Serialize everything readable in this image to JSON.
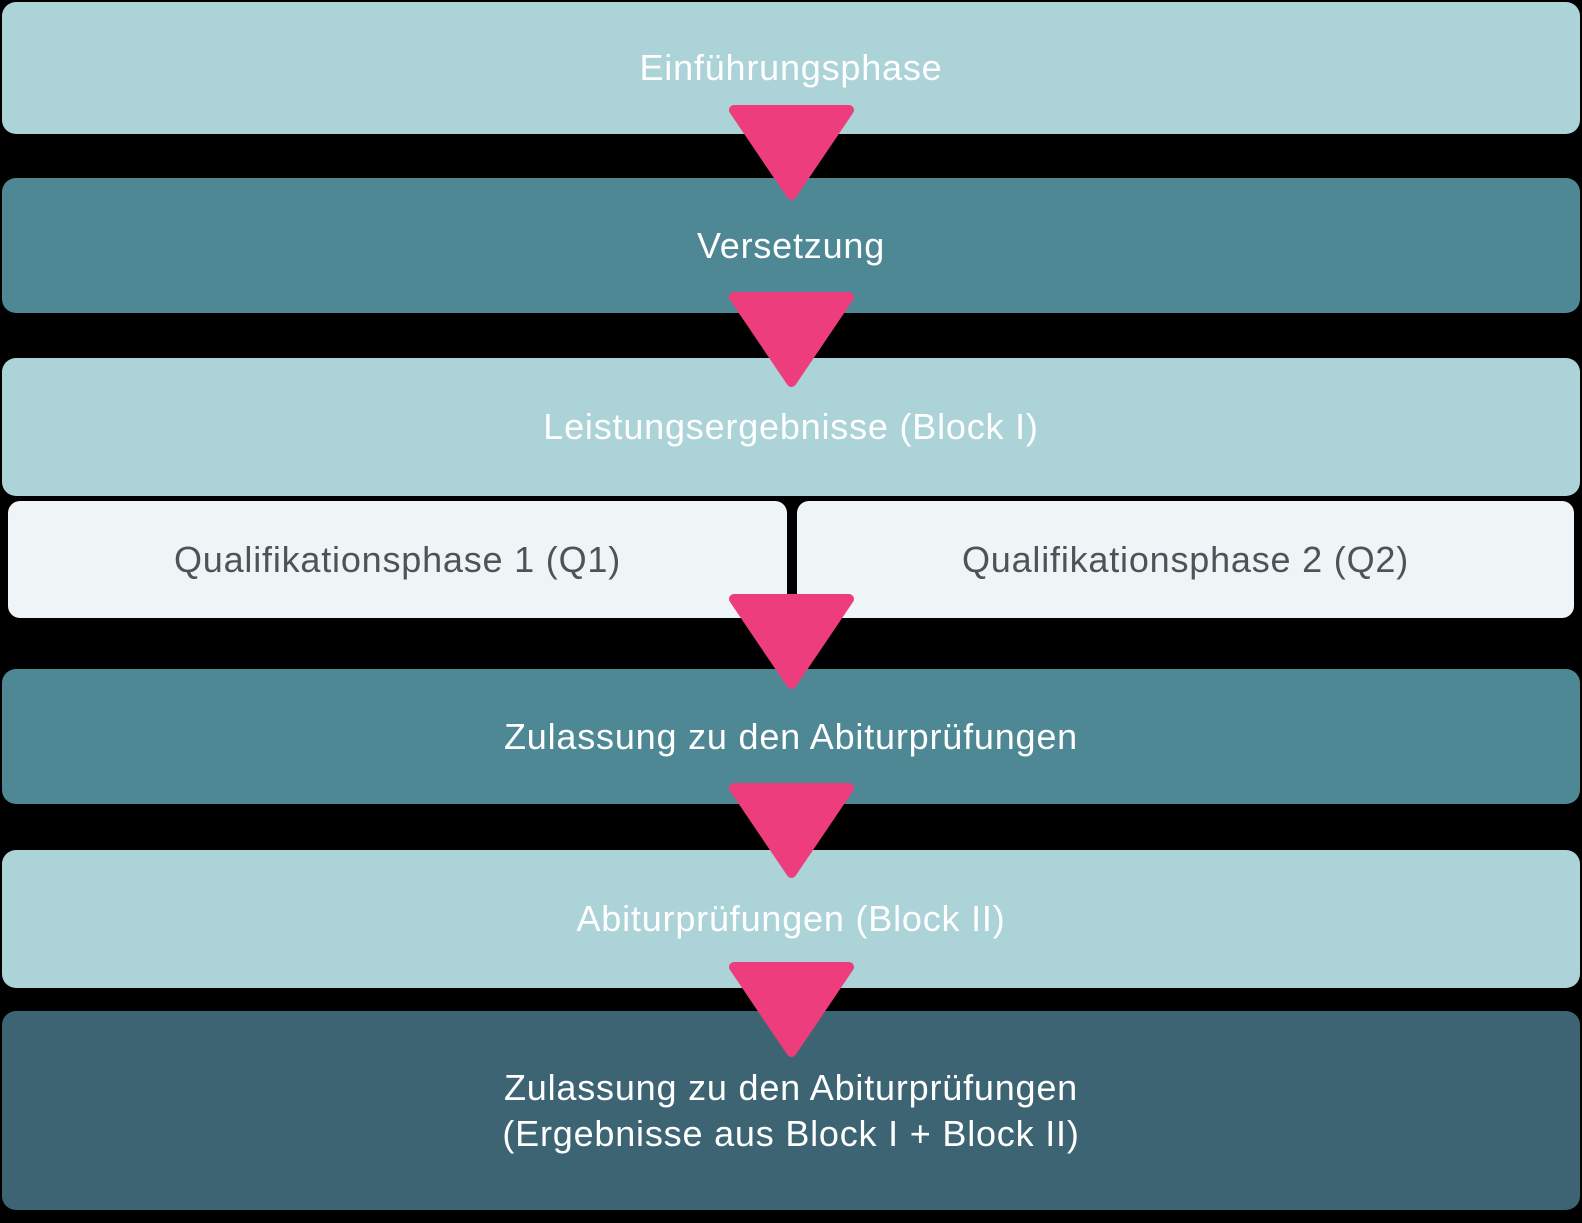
{
  "colors": {
    "light_teal": "#abd3d8",
    "mid_teal": "#4d8894",
    "dark_teal": "#3d6473",
    "card_white": "#eff4f6",
    "arrow_pink": "#ee3d7d",
    "text_light": "#ffffff",
    "text_dark": "#4d5357",
    "bg": "#000000"
  },
  "bands": [
    {
      "label": "Einführungsphase",
      "tone": "light"
    },
    {
      "label": "Versetzung",
      "tone": "mid"
    },
    {
      "label": "Leistungsergebnisse (Block I)",
      "tone": "light"
    },
    {
      "label": "Zulassung zu den Abiturprüfungen",
      "tone": "mid"
    },
    {
      "label": "Abiturprüfungen (Block II)",
      "tone": "light"
    },
    {
      "label_line1": "Zulassung zu den Abiturprüfungen",
      "label_line2": "(Ergebnisse aus Block I + Block II)",
      "tone": "dark"
    }
  ],
  "cards": [
    {
      "label": "Qualifikationsphase 1 (Q1)"
    },
    {
      "label": "Qualifikationsphase 2 (Q2)"
    }
  ],
  "icons": {
    "arrow": "down-arrow"
  }
}
